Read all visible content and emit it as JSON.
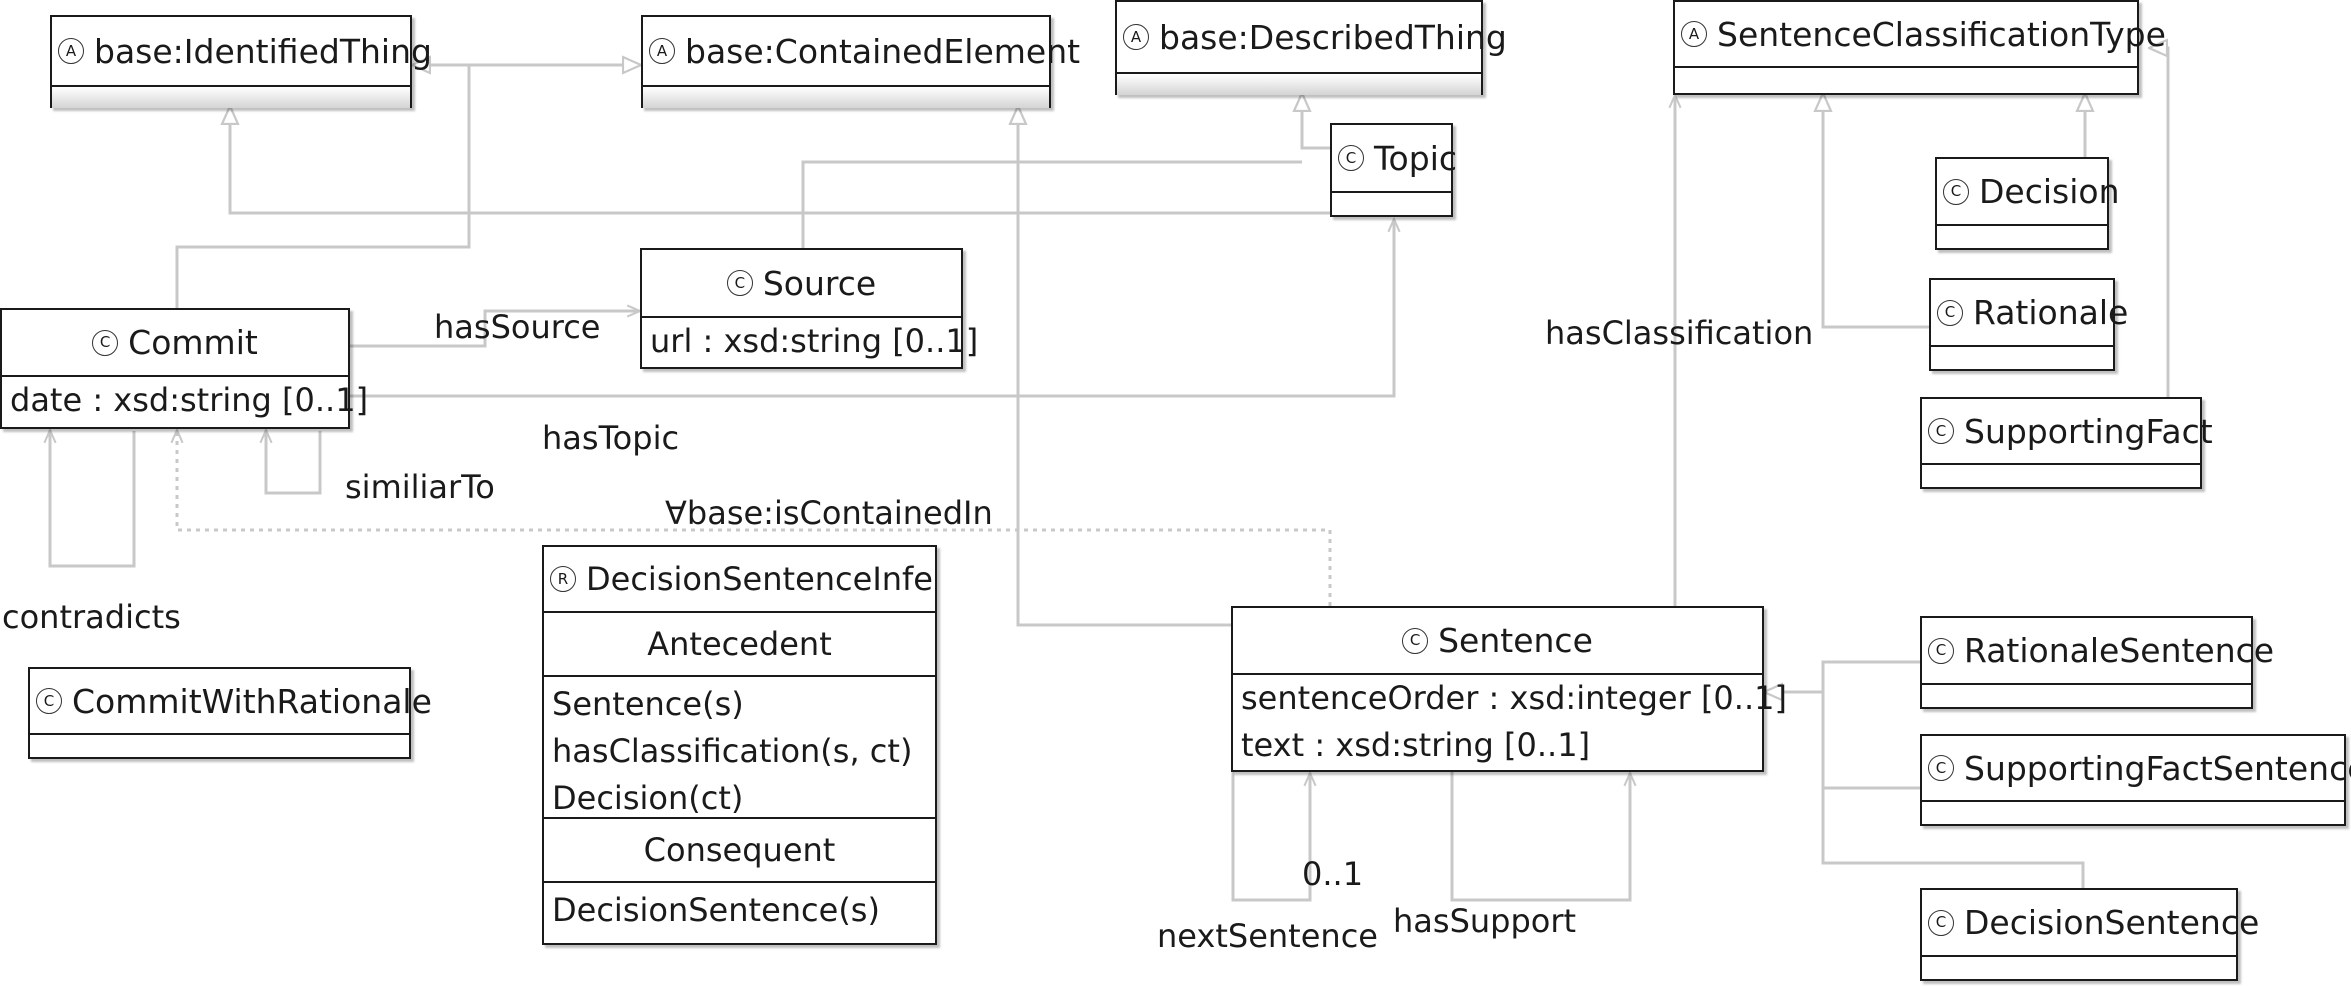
{
  "classes": {
    "identified_thing": {
      "label": "base:IdentifiedThing",
      "stereotype": "A"
    },
    "contained_element": {
      "label": "base:ContainedElement",
      "stereotype": "A"
    },
    "described_thing": {
      "label": "base:DescribedThing",
      "stereotype": "A"
    },
    "sentence_classification_type": {
      "label": "SentenceClassificationType",
      "stereotype": "A"
    },
    "topic": {
      "label": "Topic",
      "stereotype": "C"
    },
    "decision": {
      "label": "Decision",
      "stereotype": "C"
    },
    "rationale": {
      "label": "Rationale",
      "stereotype": "C"
    },
    "supporting_fact": {
      "label": "SupportingFact",
      "stereotype": "C"
    },
    "source": {
      "label": "Source",
      "stereotype": "C",
      "attributes": [
        "url : xsd:string [0..1]"
      ]
    },
    "commit": {
      "label": "Commit",
      "stereotype": "C",
      "attributes": [
        "date : xsd:string [0..1]"
      ]
    },
    "commit_with_rationale": {
      "label": "CommitWithRationale",
      "stereotype": "C"
    },
    "sentence": {
      "label": "Sentence",
      "stereotype": "C",
      "attributes": [
        "sentenceOrder : xsd:integer [0..1]",
        "text : xsd:string [0..1]"
      ]
    },
    "rationale_sentence": {
      "label": "RationaleSentence",
      "stereotype": "C"
    },
    "supporting_fact_sentence": {
      "label": "SupportingFactSentence",
      "stereotype": "C"
    },
    "decision_sentence": {
      "label": "DecisionSentence",
      "stereotype": "C"
    }
  },
  "rule": {
    "label": "DecisionSentenceInfer",
    "stereotype": "R",
    "antecedent_title": "Antecedent",
    "antecedent": [
      "Sentence(s)",
      "hasClassification(s, ct)",
      "Decision(ct)"
    ],
    "consequent_title": "Consequent",
    "consequent": [
      "DecisionSentence(s)"
    ]
  },
  "relations": {
    "has_source": "hasSource",
    "has_topic": "hasTopic",
    "similiar_to": "similiarTo",
    "contradicts": "contradicts",
    "is_contained_in": "∀base:isContainedIn",
    "has_classification": "hasClassification",
    "next_sentence": "nextSentence",
    "next_sentence_mult": "0..1",
    "has_support": "hasSupport"
  },
  "colors": {
    "line": "#c8c8c8",
    "border": "#1a1a1a",
    "header_gradient": "#d4d4d4"
  }
}
